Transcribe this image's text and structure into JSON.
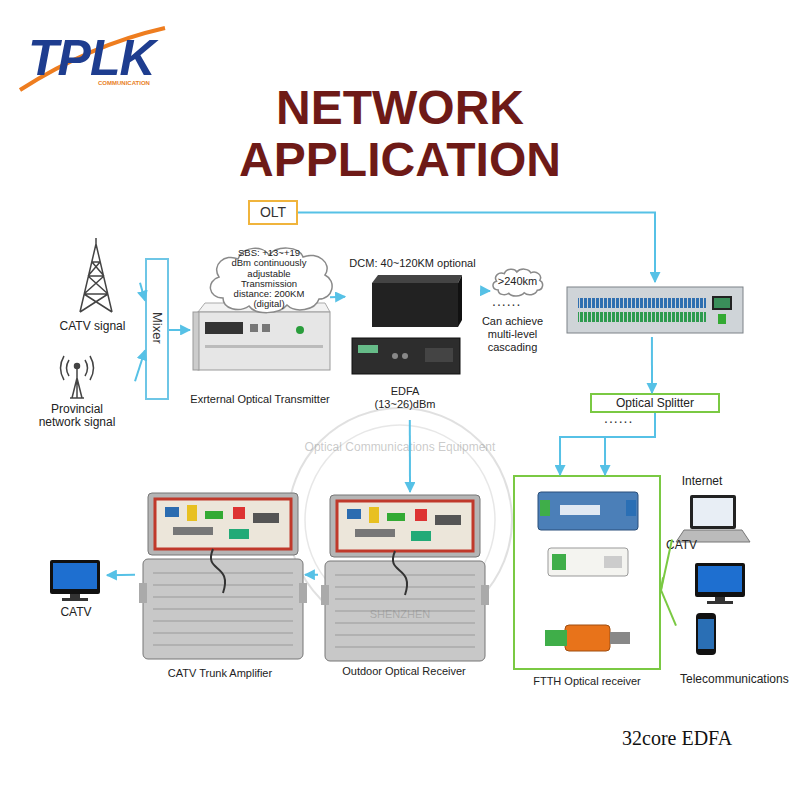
{
  "diagram": {
    "title": "NETWORK APPLICATION",
    "caption": "32core EDFA",
    "nodes": [
      {
        "text": [
          "OLT"
        ]
      },
      {
        "text": [
          "CATV signal"
        ]
      },
      {
        "text": [
          "Provincial network signal"
        ]
      },
      {
        "text": [
          "Mixer"
        ]
      },
      {
        "text": [
          "SBS: +13~+19 dBm continuously adjustable Transmission distance: 200KM (digital)"
        ]
      },
      {
        "text": [
          "DCM: 40~120KM optional"
        ]
      },
      {
        "text": [
          ">240km"
        ]
      },
      {
        "text": []
      },
      {
        "text": [
          "Exrternal Optical Transmitter"
        ]
      },
      {
        "text": [
          "EDFA (13~26)dBm"
        ]
      },
      {
        "text": [
          "Optical Splitter"
        ]
      },
      {
        "text": [
          "FTTH Optical receiver"
        ]
      },
      {
        "text": [
          "Internet"
        ]
      },
      {
        "text": [
          "CATV"
        ]
      },
      {
        "text": [
          "Telecommunications"
        ]
      },
      {
        "text": [
          "CATV"
        ]
      },
      {
        "text": [
          "CATV Trunk Amplifier"
        ]
      },
      {
        "text": [
          "Outdoor Optical Receiver"
        ]
      }
    ],
    "edges": [
      {
        "from": 0,
        "to": 7,
        "arrow": "to"
      },
      {
        "from": 1,
        "to": 3,
        "arrow": "to"
      },
      {
        "from": 2,
        "to": 3,
        "arrow": "to"
      },
      {
        "from": 3,
        "to": 8,
        "arrow": "to"
      },
      {
        "from": 8,
        "to": 5,
        "arrow": "to"
      },
      {
        "from": 5,
        "to": 6,
        "arrow": "to"
      },
      {
        "from": 9,
        "to": 17,
        "arrow": "to"
      },
      {
        "from": 7,
        "to": 10,
        "arrow": "to"
      },
      {
        "from": 10,
        "to": 11,
        "arrow": "to"
      },
      {
        "from": 10,
        "to": 11,
        "arrow": "to"
      },
      {
        "from": 11,
        "to": 12,
        "arrow": "none"
      },
      {
        "from": 11,
        "to": 13,
        "arrow": "none"
      },
      {
        "from": 11,
        "to": 14,
        "arrow": "none"
      },
      {
        "from": 17,
        "to": 16,
        "arrow": "to"
      },
      {
        "from": 16,
        "to": 15,
        "arrow": "to"
      }
    ],
    "labels": [
      "TPLK",
      "COMMUNICATION",
      "......",
      "Can achieve multi-level cascading",
      "......",
      "Optical Communications Equipment",
      "SHENZHEN"
    ]
  }
}
